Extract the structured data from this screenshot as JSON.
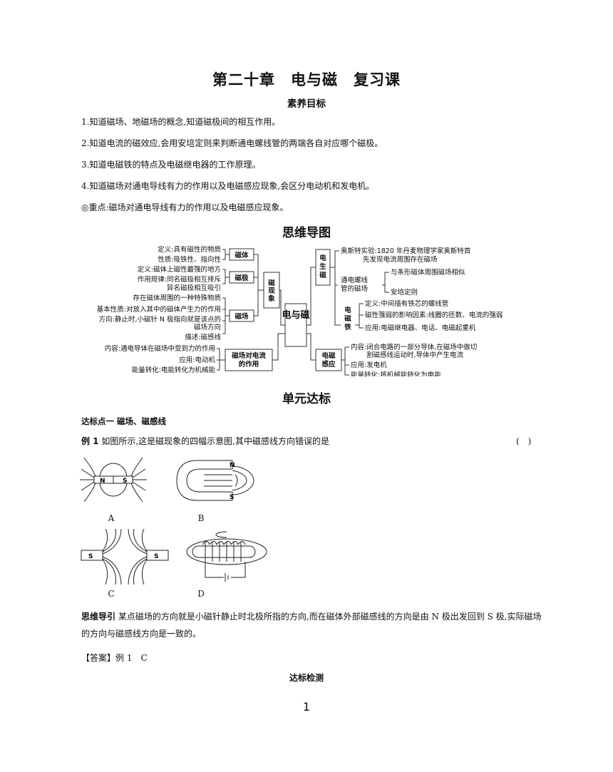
{
  "title": "第二十章　电与磁　复习课",
  "goals_heading": "素养目标",
  "goals": [
    "1.知道磁场、地磁场的概念,知道磁极间的相互作用。",
    "2.知道电流的磁效应,会用安培定则来判断通电螺线管的两端各自对应哪个磁极。",
    "3.知道电磁铁的特点及电磁继电器的工作原理。",
    "4.知道磁场对通电导线有力的作用以及电磁感应现象,会区分电动机和发电机。",
    "◎重点:磁场对通电导线有力的作用以及电磁感应现象。"
  ],
  "mindmap_heading": "思维导图",
  "mindmap": {
    "center": "电与磁",
    "left": {
      "magnet_phenomenon": "磁现象",
      "magnet_body": "磁体",
      "magnet_body_items": [
        "定义:具有磁性的物质",
        "性质:吸铁性、指向性"
      ],
      "pole": "磁极",
      "pole_items": [
        "定义:磁体上磁性最强的地方",
        "作用规律:同名磁极相互排斥",
        "异名磁极相互吸引"
      ],
      "field": "磁场",
      "field_items": [
        "存在磁体周围的一种特殊物质",
        "基本性质:对放入其中的磁体产生力的作用",
        "方向:静止时,小磁针 N 极指向就是该点的",
        "磁场方向",
        "描述:磁感线"
      ],
      "force": "磁场对电流的作用",
      "force_lines": [
        "磁场对电流",
        "的作用"
      ],
      "force_items": [
        "内容:通电导体在磁场中受到力的作用",
        "应用:电动机",
        "能量转化:电能转化为机械能"
      ]
    },
    "right": {
      "e2m": "电生磁",
      "e2m_lines": [
        "电",
        "生",
        "磁"
      ],
      "oersted": "奥斯特实验:1820 年丹麦物理学家奥斯特首",
      "oersted2": "先发现电流周围存在磁场",
      "solenoid_lines": [
        "通电螺线",
        "管的磁场"
      ],
      "solenoid_items": [
        "与条形磁体周围磁场相似",
        "安培定则"
      ],
      "electromagnet_lines": [
        "电",
        "磁",
        "铁"
      ],
      "electromagnet_items": [
        "定义:中间插有铁芯的螺线管",
        "磁性强弱的影响因素:线圈的匝数、电流的强弱",
        "应用:电磁继电器、电话、电磁起重机"
      ],
      "induction_lines": [
        "电磁",
        "感应"
      ],
      "induction_items": [
        "内容:闭合电路的一部分导体,在磁场中做切",
        "割磁感线运动时,导体中产生电流",
        "应用:发电机",
        "能量转化:将机械能转化为电能"
      ]
    }
  },
  "unit_heading": "单元达标",
  "point_heading": "达标点一 磁场、磁感线",
  "example": {
    "label": "例 1",
    "text": "如图所示,这是磁现象的四幅示意图,其中磁感线方向错误的是",
    "bracket": "(　)",
    "options": [
      "A",
      "B",
      "C",
      "D"
    ],
    "pole_n": "N",
    "pole_s": "S"
  },
  "guide": {
    "label": "思维导引",
    "text": "某点磁场的方向就是小磁针静止时北极所指的方向,而在磁体外部磁感线的方向是由 N 极出发回到 S 极,实际磁场的方向与磁感线方向是一致的。"
  },
  "answer": {
    "label": "【答案】",
    "text": "例 1　C"
  },
  "check_heading": "达标检测",
  "page_number": "1"
}
